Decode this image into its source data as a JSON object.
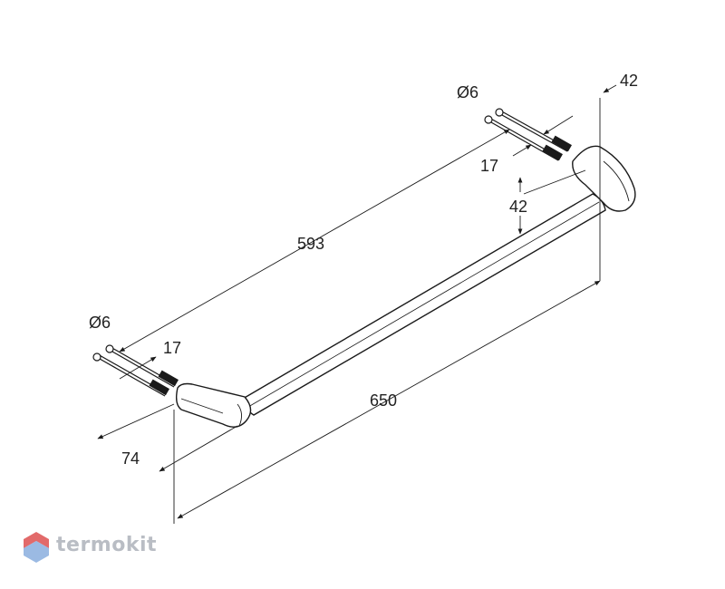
{
  "dimensions": {
    "overall_length": "650",
    "center_distance": "593",
    "projection": "74",
    "depth_left": "17",
    "depth_right": "17",
    "bracket_height_top": "42",
    "bracket_height_side": "42",
    "screw_diameter_left": "Ø6",
    "screw_diameter_right": "Ø6"
  },
  "watermark": {
    "brand": "termokit"
  },
  "colors": {
    "line": "#1a1a1a",
    "logo_red": "#e26a6a",
    "logo_blue": "#7aa3d9",
    "logo_text": "#b9bdc4"
  }
}
